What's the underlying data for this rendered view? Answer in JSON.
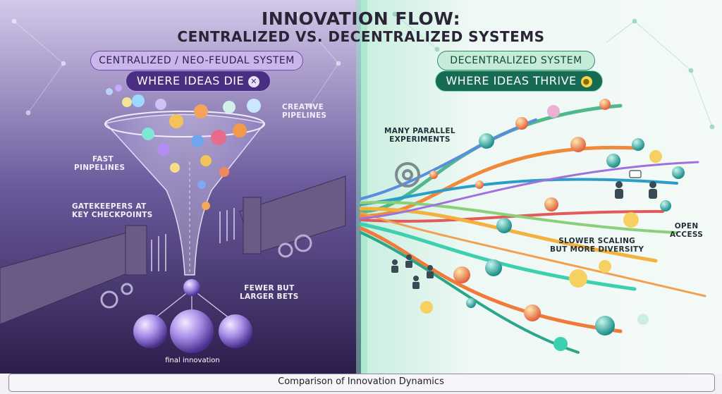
{
  "title": {
    "line1": "INNOVATION FLOW:",
    "line2": "CENTRALIZED VS. DECENTRALIZED SYSTEMS"
  },
  "left": {
    "system_label": "CENTRALIZED / NEO-FEUDAL SYSTEM",
    "headline": "WHERE IDEAS DIE",
    "headline_icon": "x-circle-icon",
    "labels": {
      "creative_pipelines": [
        "CREATIVE",
        "PIPELINES"
      ],
      "fast_pipelines": [
        "FAST",
        "PINPELINES"
      ],
      "gatekeepers": [
        "GATEKEEPERS AT",
        "KEY CHECKPOINTS"
      ],
      "fewer_bets": [
        "FEWER BUT",
        "LARGER BETS"
      ],
      "final": "final innovation"
    }
  },
  "right": {
    "system_label": "DECENTRALIZED SYSTEM",
    "headline": "WHERE IDEAS THRIVE",
    "headline_icon": "lightbulb-icon",
    "labels": {
      "many_parallel": [
        "MANY PARALLEL",
        "EXPERIMENTS"
      ],
      "open_access": [
        "OPEN",
        "ACCESS"
      ],
      "slower_scaling": [
        "SLOWER SCALING",
        "BUT MORE DIVERSITY"
      ]
    }
  },
  "footer": "Comparison of Innovation Dynamics",
  "colors": {
    "left_bg_top": "#cbbfe6",
    "left_bg_bottom": "#2c1d4c",
    "right_bg": "#eaf7f2",
    "accent_purple": "#4a2e82",
    "accent_green": "#176a54"
  }
}
